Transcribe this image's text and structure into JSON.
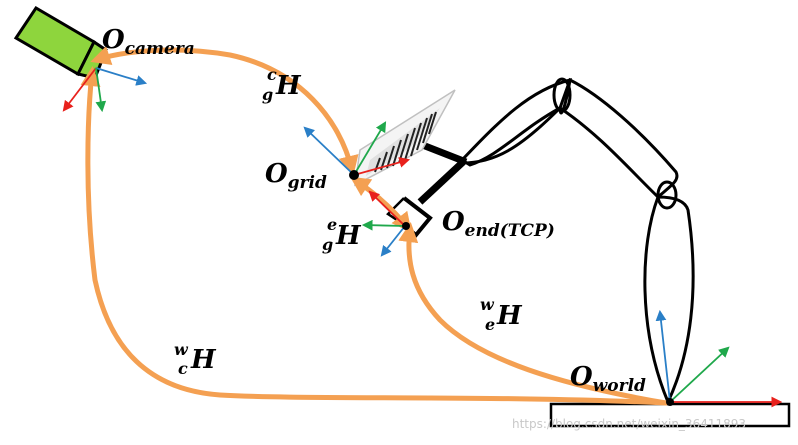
{
  "frames": {
    "camera": {
      "O": "O",
      "sub": "camera"
    },
    "grid": {
      "O": "O",
      "sub": "grid"
    },
    "end": {
      "O": "O",
      "sub": "end(TCP)"
    },
    "world": {
      "O": "O",
      "sub": "world"
    }
  },
  "transforms": {
    "g_to_c": {
      "sup": "c",
      "sub": "g",
      "H": "H"
    },
    "g_to_e": {
      "sup": "e",
      "sub": "g",
      "H": "H"
    },
    "e_to_w": {
      "sup": "w",
      "sub": "e",
      "H": "H"
    },
    "c_to_w": {
      "sup": "w",
      "sub": "c",
      "H": "H"
    }
  },
  "watermark": "https://blog.csdn.net/weixin_36411893",
  "colors": {
    "transform_arrow": "#f4a052",
    "camera_body": "#8ed53d",
    "axis_red": "#e8211c",
    "axis_green": "#1fa84b",
    "axis_blue": "#2a7fc7"
  }
}
